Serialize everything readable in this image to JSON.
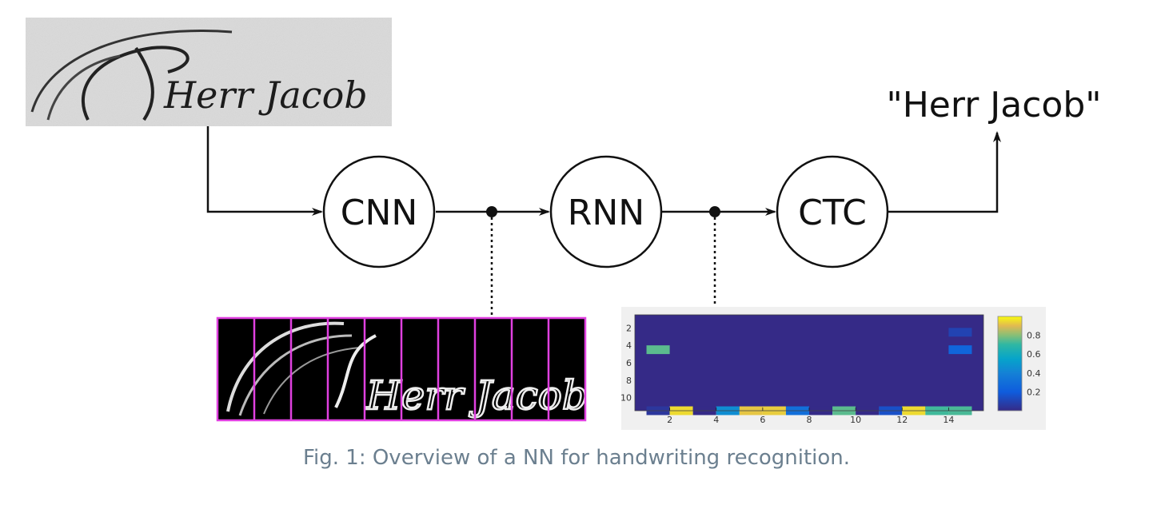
{
  "diagram": {
    "nodes": [
      {
        "id": "cnn",
        "label": "CNN"
      },
      {
        "id": "rnn",
        "label": "RNN"
      },
      {
        "id": "ctc",
        "label": "CTC"
      }
    ],
    "output_text": "\"Herr Jacob\"",
    "input_image": {
      "handwritten_text": "Herr Jacob",
      "desc": "scanned handwriting line"
    },
    "feature_map": {
      "columns": 10,
      "grid_color": "#e040e0"
    },
    "caption": "Fig. 1: Overview of a NN for handwriting recognition."
  },
  "chart_data": {
    "type": "heatmap",
    "title": "",
    "xlabel": "",
    "ylabel": "",
    "x_ticks": [
      2,
      4,
      6,
      8,
      10,
      12,
      14
    ],
    "y_ticks": [
      2,
      4,
      6,
      8,
      10
    ],
    "colorbar_ticks": [
      0.2,
      0.4,
      0.6,
      0.8
    ],
    "colorbar_range": [
      0,
      1
    ],
    "grid_cols": 15,
    "grid_rows": 11,
    "background_value": 0.0,
    "cells": [
      {
        "x": 1,
        "y": 4,
        "value": 0.75
      },
      {
        "x": 14,
        "y": 2,
        "value": 0.1
      },
      {
        "x": 14,
        "y": 4,
        "value": 0.25
      },
      {
        "x": 1,
        "y": 11,
        "value": 0.05
      },
      {
        "x": 2,
        "y": 11,
        "value": 0.95
      },
      {
        "x": 3,
        "y": 11,
        "value": 0.0
      },
      {
        "x": 4,
        "y": 11,
        "value": 0.45
      },
      {
        "x": 5,
        "y": 11,
        "value": 0.92
      },
      {
        "x": 6,
        "y": 11,
        "value": 0.93
      },
      {
        "x": 7,
        "y": 11,
        "value": 0.3
      },
      {
        "x": 8,
        "y": 11,
        "value": 0.0
      },
      {
        "x": 9,
        "y": 11,
        "value": 0.75
      },
      {
        "x": 10,
        "y": 11,
        "value": 0.0
      },
      {
        "x": 11,
        "y": 11,
        "value": 0.15
      },
      {
        "x": 12,
        "y": 11,
        "value": 0.95
      },
      {
        "x": 13,
        "y": 11,
        "value": 0.72
      },
      {
        "x": 14,
        "y": 11,
        "value": 0.73
      }
    ]
  }
}
